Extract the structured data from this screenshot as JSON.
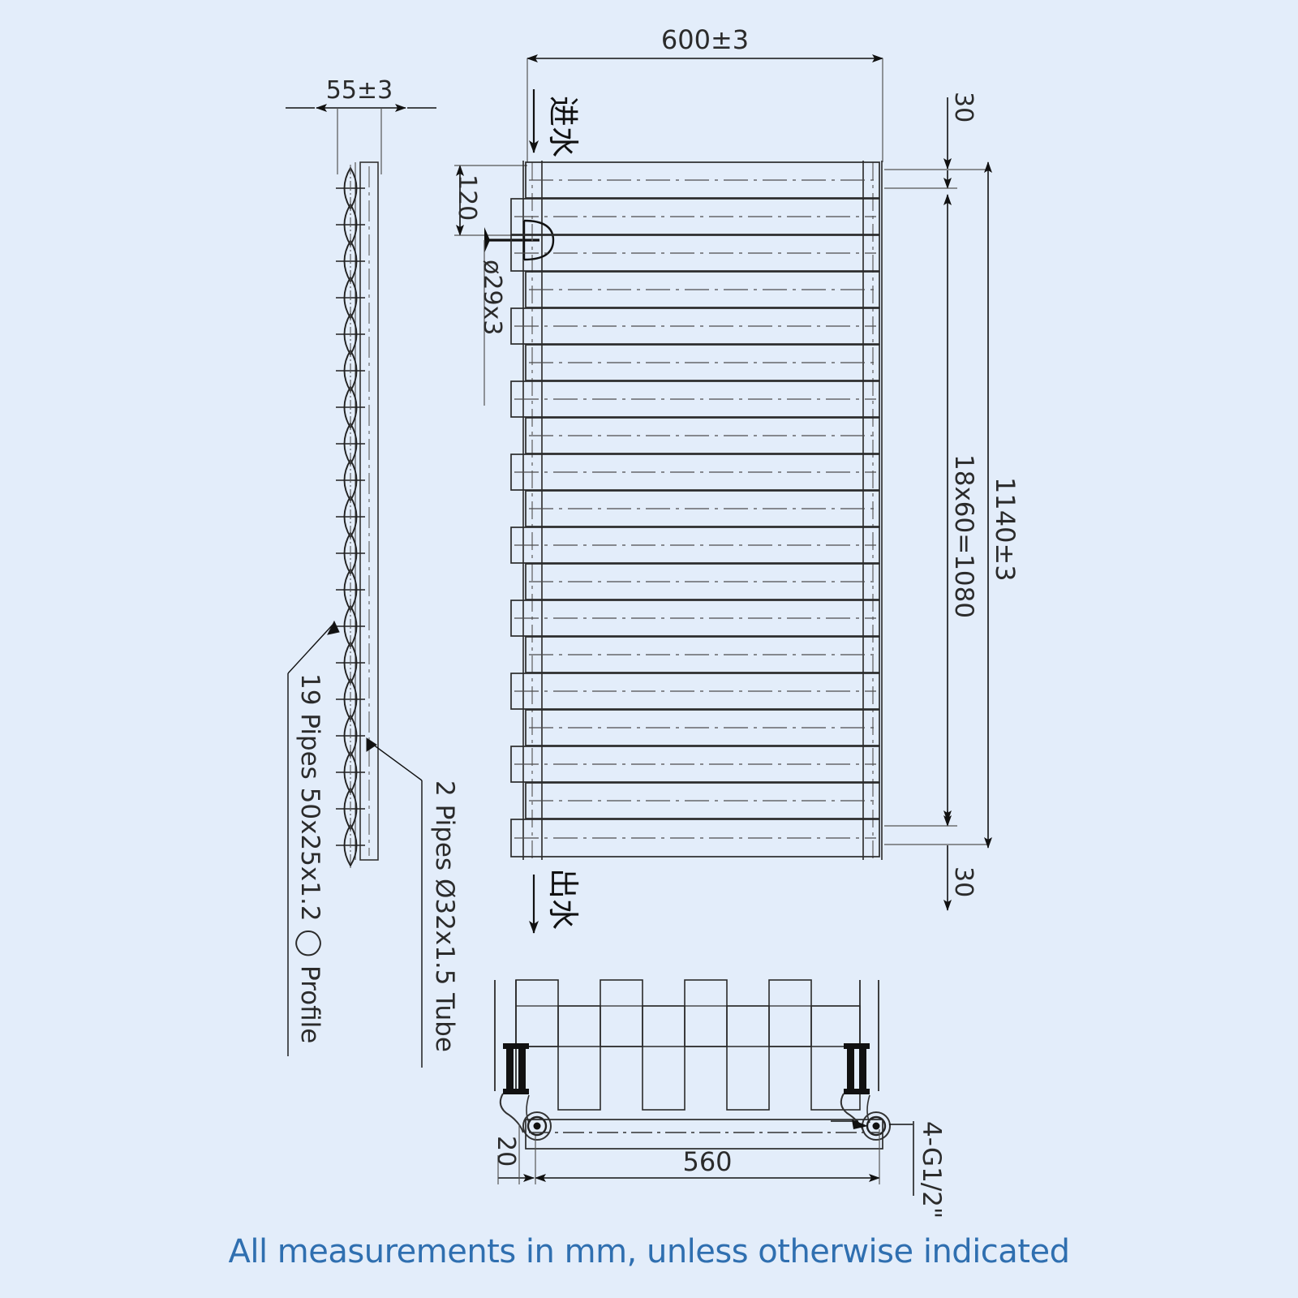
{
  "drawing": {
    "title": "Towel Rail Radiator Technical Drawing",
    "caption": "All measurements in mm, unless otherwise indicated",
    "units": "mm",
    "background_color": "#e3edfa",
    "line_color": "#1a1a1a",
    "caption_color": "#2f6fb0"
  },
  "dimensions": {
    "overall_width": "600±3",
    "overall_height": "1140±3",
    "side_depth": "55±3",
    "inlet_offset": "120",
    "top_margin": "30",
    "bottom_margin": "30",
    "rail_pitch": "18x60=1080",
    "bracket_span": "560",
    "bracket_offset": "20"
  },
  "labels": {
    "inlet": "进水",
    "outlet": "出水",
    "manifold_spec": "ø29x3",
    "pipes_note": "19 Pipes 50x25x1.2 ◯ Profile",
    "tube_note": "2 Pipes Ø32x1.5 Tube",
    "thread_spec": "4-G1/2\""
  },
  "geometry": {
    "rail_count": 19,
    "side_pipe_count": 19,
    "bottom_fin_count": 7,
    "bracket_count": 2,
    "port_count": 4
  },
  "views": {
    "side_view": "left-profile-section",
    "front_view": "main-elevation",
    "bottom_view": "plan-section"
  }
}
